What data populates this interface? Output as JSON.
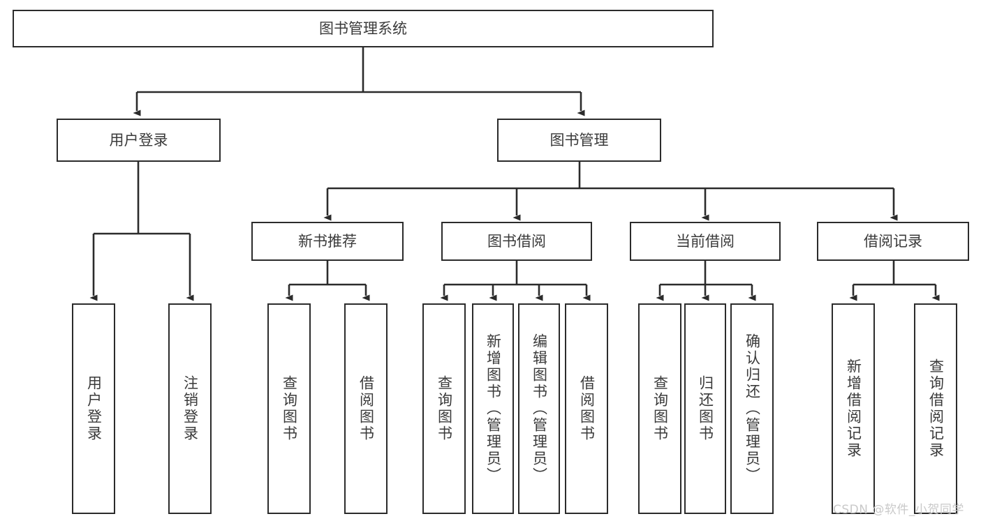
{
  "diagram": {
    "title_text": "图书管理系统",
    "type": "tree-hierarchy-diagram",
    "colors": {
      "box_border": "#2b2b2b",
      "box_fill": "#ffffff",
      "text": "#3a3a3a",
      "edge": "#2b2b2b",
      "watermark": "#c9c9c9",
      "background": "#ffffff"
    },
    "levels": {
      "root": [
        "图书管理系统"
      ],
      "level2": [
        "用户登录",
        "图书管理"
      ],
      "level3": [
        "新书推荐",
        "图书借阅",
        "当前借阅",
        "借阅记录"
      ],
      "leaves": [
        "用户登录",
        "注销登录",
        "查询图书",
        "借阅图书",
        "查询图书",
        "新增图书（管理员）",
        "编辑图书（管理员）",
        "借阅图书",
        "查询图书",
        "归还图书",
        "确认归还（管理员）",
        "新增借阅记录",
        "查询借阅记录"
      ]
    },
    "nodes": {
      "root": {
        "label": "图书管理系统"
      },
      "user_login": {
        "label": "用户登录"
      },
      "book_manage": {
        "label": "图书管理"
      },
      "new_book_rec": {
        "label": "新书推荐"
      },
      "book_borrow": {
        "label": "图书借阅"
      },
      "current_borrow": {
        "label": "当前借阅"
      },
      "borrow_record": {
        "label": "借阅记录"
      },
      "leaf_user_login": {
        "label": "用户登录"
      },
      "leaf_logout": {
        "label": "注销登录"
      },
      "leaf_query_book_1": {
        "label": "查询图书"
      },
      "leaf_borrow_book_1": {
        "label": "借阅图书"
      },
      "leaf_query_book_2": {
        "label": "查询图书"
      },
      "leaf_add_book": {
        "label": "新增图书（管理员）"
      },
      "leaf_edit_book": {
        "label": "编辑图书（管理员）"
      },
      "leaf_borrow_book_2": {
        "label": "借阅图书"
      },
      "leaf_query_book_3": {
        "label": "查询图书"
      },
      "leaf_return_book": {
        "label": "归还图书"
      },
      "leaf_confirm_return": {
        "label": "确认归还（管理员）"
      },
      "leaf_add_record": {
        "label": "新增借阅记录"
      },
      "leaf_query_record": {
        "label": "查询借阅记录"
      }
    },
    "watermark": "CSDN @软件_小贺同学"
  }
}
